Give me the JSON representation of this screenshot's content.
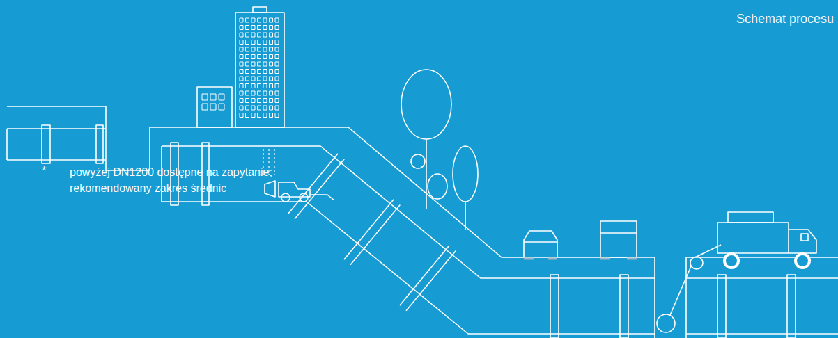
{
  "diagram": {
    "title": "Schemat procesu",
    "labels": [
      "*",
      "powyżej DN1200 dostępne na zapytanie; rekomendowany zakres średnic"
    ]
  }
}
